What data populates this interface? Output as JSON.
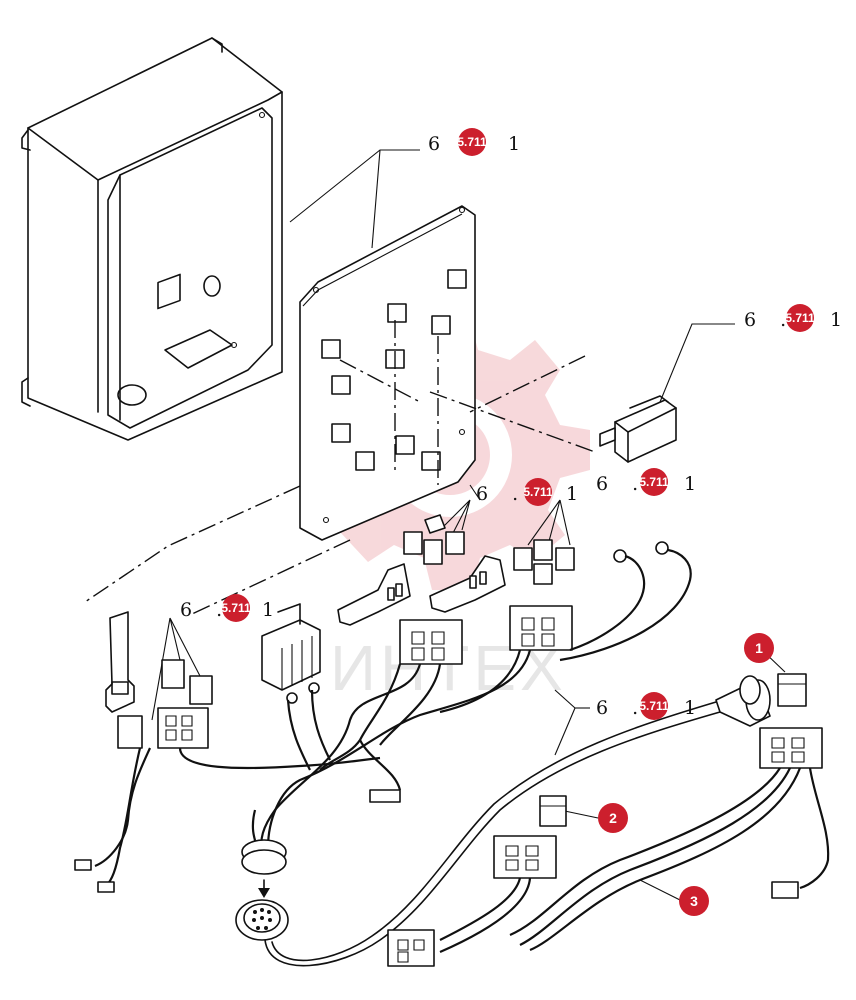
{
  "ref_labels": [
    {
      "id": "r1",
      "prefix": "6 .",
      "badge": "5.711",
      "suffix": "1"
    },
    {
      "id": "r2",
      "prefix": "6 .",
      "badge": "5.711",
      "suffix": "1"
    },
    {
      "id": "r3",
      "prefix": "6 .",
      "badge": "5.711",
      "suffix": "1"
    },
    {
      "id": "r4",
      "prefix": "6 .",
      "badge": "5.711",
      "suffix": "1"
    },
    {
      "id": "r5",
      "prefix": "6 .",
      "badge": "5.711",
      "suffix": "1"
    },
    {
      "id": "r6",
      "prefix": "6 .",
      "badge": "5.711",
      "suffix": "1"
    }
  ],
  "callouts": [
    "1",
    "2",
    "3"
  ],
  "watermark": "ИНТЕХ",
  "colors": {
    "badge": "#cc1f2d",
    "line": "#111111",
    "watermark": "#f3c9cc"
  }
}
